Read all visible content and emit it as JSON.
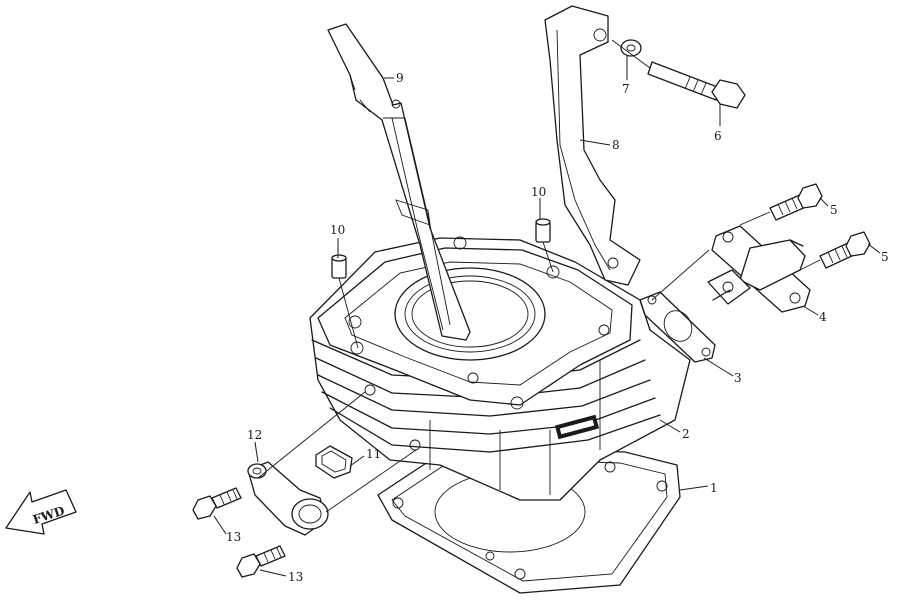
{
  "callouts": {
    "c1": "1",
    "c2": "2",
    "c3": "3",
    "c4": "4",
    "c5a": "5",
    "c5b": "5",
    "c6": "6",
    "c7": "7",
    "c8": "8",
    "c9": "9",
    "c10a": "10",
    "c10b": "10",
    "c11": "11",
    "c12": "12",
    "c13a": "13",
    "c13b": "13"
  },
  "direction_arrow": {
    "label": "FWD"
  }
}
